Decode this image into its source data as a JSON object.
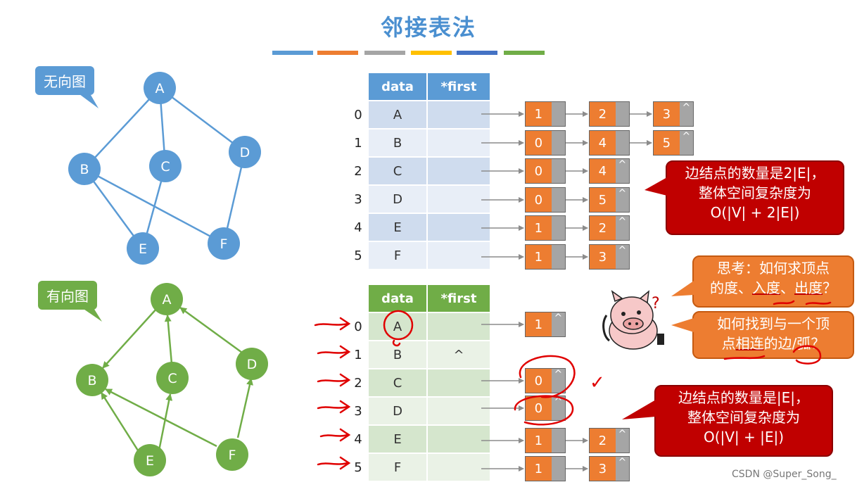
{
  "title": "邻接表法",
  "stripes": [
    "#5b9bd5",
    "#ed7d31",
    "#a5a5a5",
    "#ffc000",
    "#4472c4",
    "#70ad47"
  ],
  "undirected": {
    "label": "无向图",
    "color": "#5b9bd5",
    "nodes": [
      "A",
      "B",
      "C",
      "D",
      "E",
      "F"
    ]
  },
  "directed": {
    "label": "有向图",
    "color": "#70ad47",
    "nodes": [
      "A",
      "B",
      "C",
      "D",
      "E",
      "F"
    ]
  },
  "table1": {
    "col_data": "data",
    "col_first": "*first",
    "rows": [
      {
        "index": "0",
        "data": "A",
        "first": ""
      },
      {
        "index": "1",
        "data": "B",
        "first": ""
      },
      {
        "index": "2",
        "data": "C",
        "first": ""
      },
      {
        "index": "3",
        "data": "D",
        "first": ""
      },
      {
        "index": "4",
        "data": "E",
        "first": ""
      },
      {
        "index": "5",
        "data": "F",
        "first": ""
      }
    ],
    "lists": [
      [
        {
          "v": "1",
          "p": ""
        },
        {
          "v": "2",
          "p": ""
        },
        {
          "v": "3",
          "p": "^"
        }
      ],
      [
        {
          "v": "0",
          "p": ""
        },
        {
          "v": "4",
          "p": ""
        },
        {
          "v": "5",
          "p": "^"
        }
      ],
      [
        {
          "v": "0",
          "p": ""
        },
        {
          "v": "4",
          "p": "^"
        }
      ],
      [
        {
          "v": "0",
          "p": ""
        },
        {
          "v": "5",
          "p": "^"
        }
      ],
      [
        {
          "v": "1",
          "p": ""
        },
        {
          "v": "2",
          "p": "^"
        }
      ],
      [
        {
          "v": "1",
          "p": ""
        },
        {
          "v": "3",
          "p": "^"
        }
      ]
    ]
  },
  "table2": {
    "col_data": "data",
    "col_first": "*first",
    "rows": [
      {
        "index": "0",
        "data": "A",
        "first": ""
      },
      {
        "index": "1",
        "data": "B",
        "first": "^"
      },
      {
        "index": "2",
        "data": "C",
        "first": ""
      },
      {
        "index": "3",
        "data": "D",
        "first": ""
      },
      {
        "index": "4",
        "data": "E",
        "first": ""
      },
      {
        "index": "5",
        "data": "F",
        "first": ""
      }
    ],
    "lists": [
      [
        {
          "v": "1",
          "p": "^"
        }
      ],
      [],
      [
        {
          "v": "0",
          "p": "^"
        }
      ],
      [
        {
          "v": "0",
          "p": "^"
        }
      ],
      [
        {
          "v": "1",
          "p": ""
        },
        {
          "v": "2",
          "p": "^"
        }
      ],
      [
        {
          "v": "1",
          "p": ""
        },
        {
          "v": "3",
          "p": "^"
        }
      ]
    ]
  },
  "note1": [
    "边结点的数量是2|E|，",
    "整体空间复杂度为",
    "O(|V| + 2|E|)"
  ],
  "note2": [
    "边结点的数量是|E|，",
    "整体空间复杂度为",
    "O(|V| + |E|)"
  ],
  "think1_parts": [
    "思考：如何求顶点",
    "的度、",
    "入度",
    "、",
    "出度",
    "？"
  ],
  "think2_parts": [
    "如何找到与一个顶",
    "点",
    "相连",
    "的边/",
    "弧",
    "？"
  ],
  "pig_mark": "?",
  "check_mark": "✓",
  "watermark": "CSDN @Super_Song_"
}
